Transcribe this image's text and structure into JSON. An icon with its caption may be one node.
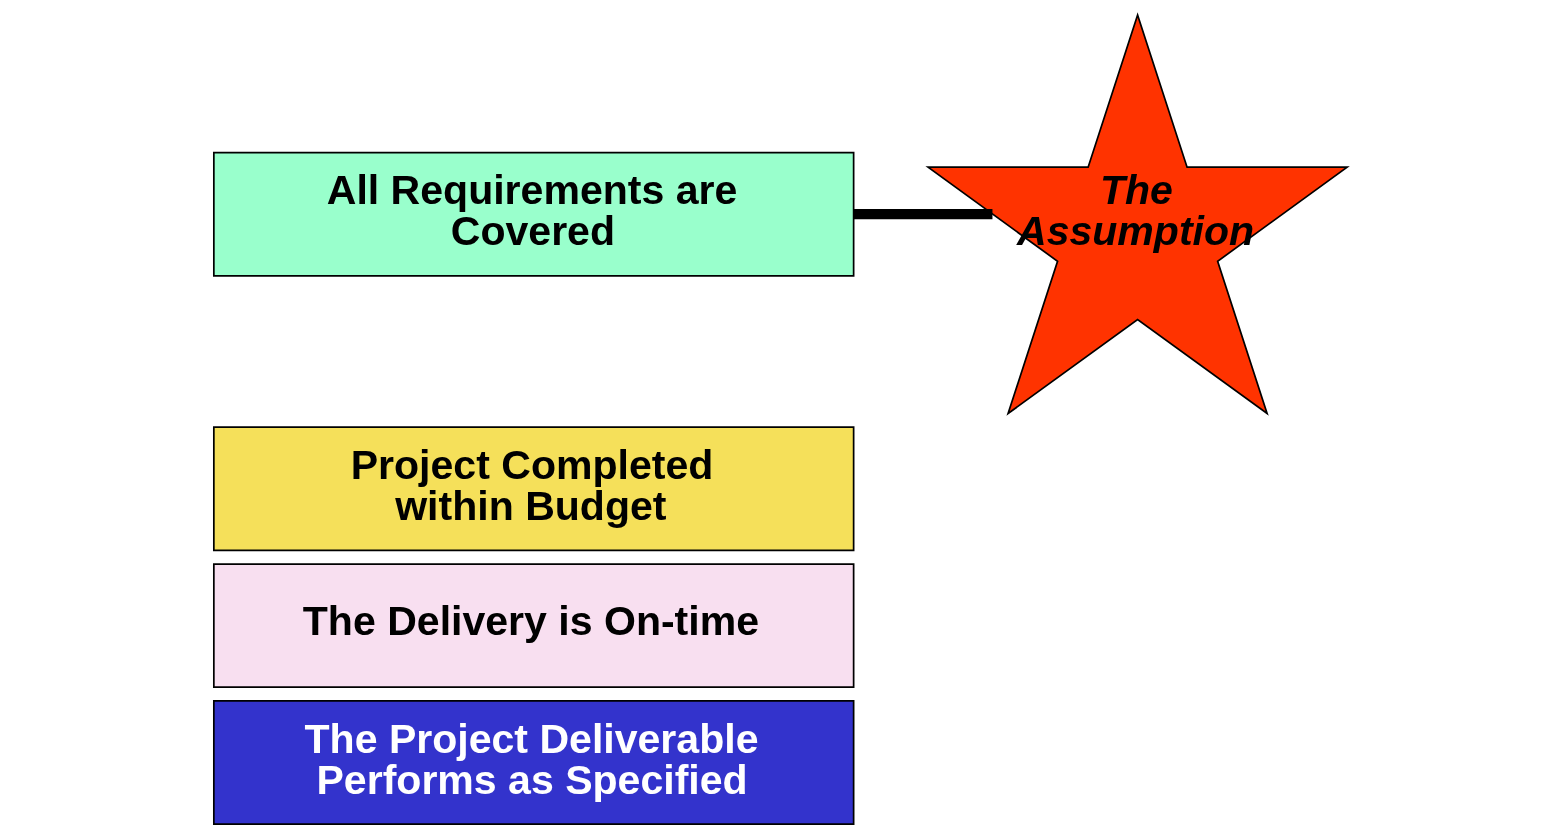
{
  "diagram": {
    "nodes": [
      {
        "text": [
          "All Requirements are Covered"
        ]
      },
      {
        "text": [
          "Project Completed within Budget"
        ]
      },
      {
        "text": [
          "The Delivery is On-time"
        ]
      },
      {
        "text": [
          "The Project Deliverable Performs as Specified"
        ]
      },
      {
        "text": [
          "The Assumption"
        ]
      }
    ],
    "edges": [
      {
        "from": 0,
        "to": 4,
        "arrow": "none"
      }
    ]
  }
}
